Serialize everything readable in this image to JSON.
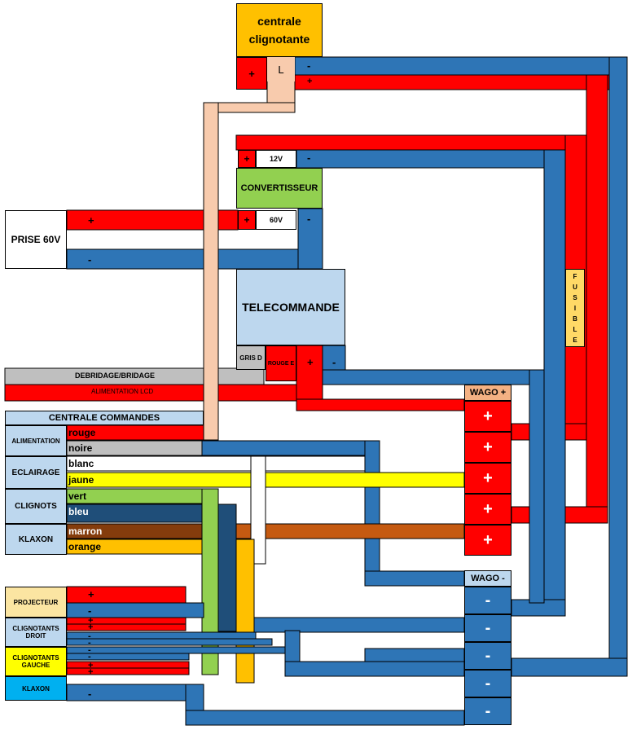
{
  "colors": {
    "red": "#ff0000",
    "blue": "#2e75b6",
    "darkblue": "#1f4e79",
    "peach": "#f8cbad",
    "green": "#92d050",
    "yellow": "#ffff00",
    "brown": "#843c0c",
    "brownwire": "#c55a11",
    "orange": "#ffc000",
    "grey": "#bfbfbf",
    "lightblue": "#bdd7ee",
    "cyan": "#00b0f0",
    "wagoplus": "#f4b183",
    "fusible": "#ffd966",
    "lightyellow": "#fbe5a2"
  },
  "centrale_clignotante": {
    "title": "centrale clignotante",
    "plus": "+",
    "l": "L",
    "minus": "-"
  },
  "top_bus_plus": "+",
  "convertisseur": {
    "label": "CONVERTISSEUR",
    "in_plus": "+",
    "in_value": "12V",
    "in_minus": "-",
    "out_plus": "+",
    "out_value": "60V",
    "out_minus": "-"
  },
  "prise": {
    "label": "PRISE 60V",
    "plus": "+",
    "minus": "-"
  },
  "telecommande": {
    "label": "TELECOMMANDE",
    "gris": "GRIS D",
    "rouge": "ROUGE E",
    "plus": "+",
    "minus": "-"
  },
  "bus_labels": {
    "debridage": "DEBRIDAGE/BRIDAGE",
    "alimentation_lcd": "ALIMENTATION   LCD"
  },
  "fusible": {
    "letters": [
      "F",
      "U",
      "S",
      "I",
      "B",
      "L",
      "E"
    ]
  },
  "wago_plus": {
    "title": "WAGO +",
    "terminals": [
      "+",
      "+",
      "+",
      "+",
      "+"
    ]
  },
  "wago_minus": {
    "title": "WAGO -",
    "terminals": [
      "-",
      "-",
      "-",
      "-",
      "-"
    ]
  },
  "centrale_commandes": {
    "title": "CENTRALE COMMANDES",
    "groups": [
      {
        "name": "ALIMENTATION",
        "wires": [
          "rouge",
          "noire"
        ]
      },
      {
        "name": "ECLAIRAGE",
        "wires": [
          "blanc",
          "jaune"
        ]
      },
      {
        "name": "CLIGNOTS",
        "wires": [
          "vert",
          "bleu"
        ]
      },
      {
        "name": "KLAXON",
        "wires": [
          "marron",
          "orange"
        ]
      }
    ]
  },
  "outputs": {
    "projecteur": {
      "label": "PROJECTEUR",
      "signs": [
        "+",
        "-"
      ]
    },
    "clignotants_droit": {
      "label": "CLIGNOTANTS DROIT",
      "signs": [
        "+",
        "+",
        "-",
        "-"
      ]
    },
    "clignotants_gauche": {
      "label": "CLIGNOTANTS GAUCHE",
      "signs": [
        "-",
        "-",
        "+",
        "+"
      ]
    },
    "klaxon": {
      "label": "KLAXON",
      "signs": [
        "-"
      ]
    }
  }
}
